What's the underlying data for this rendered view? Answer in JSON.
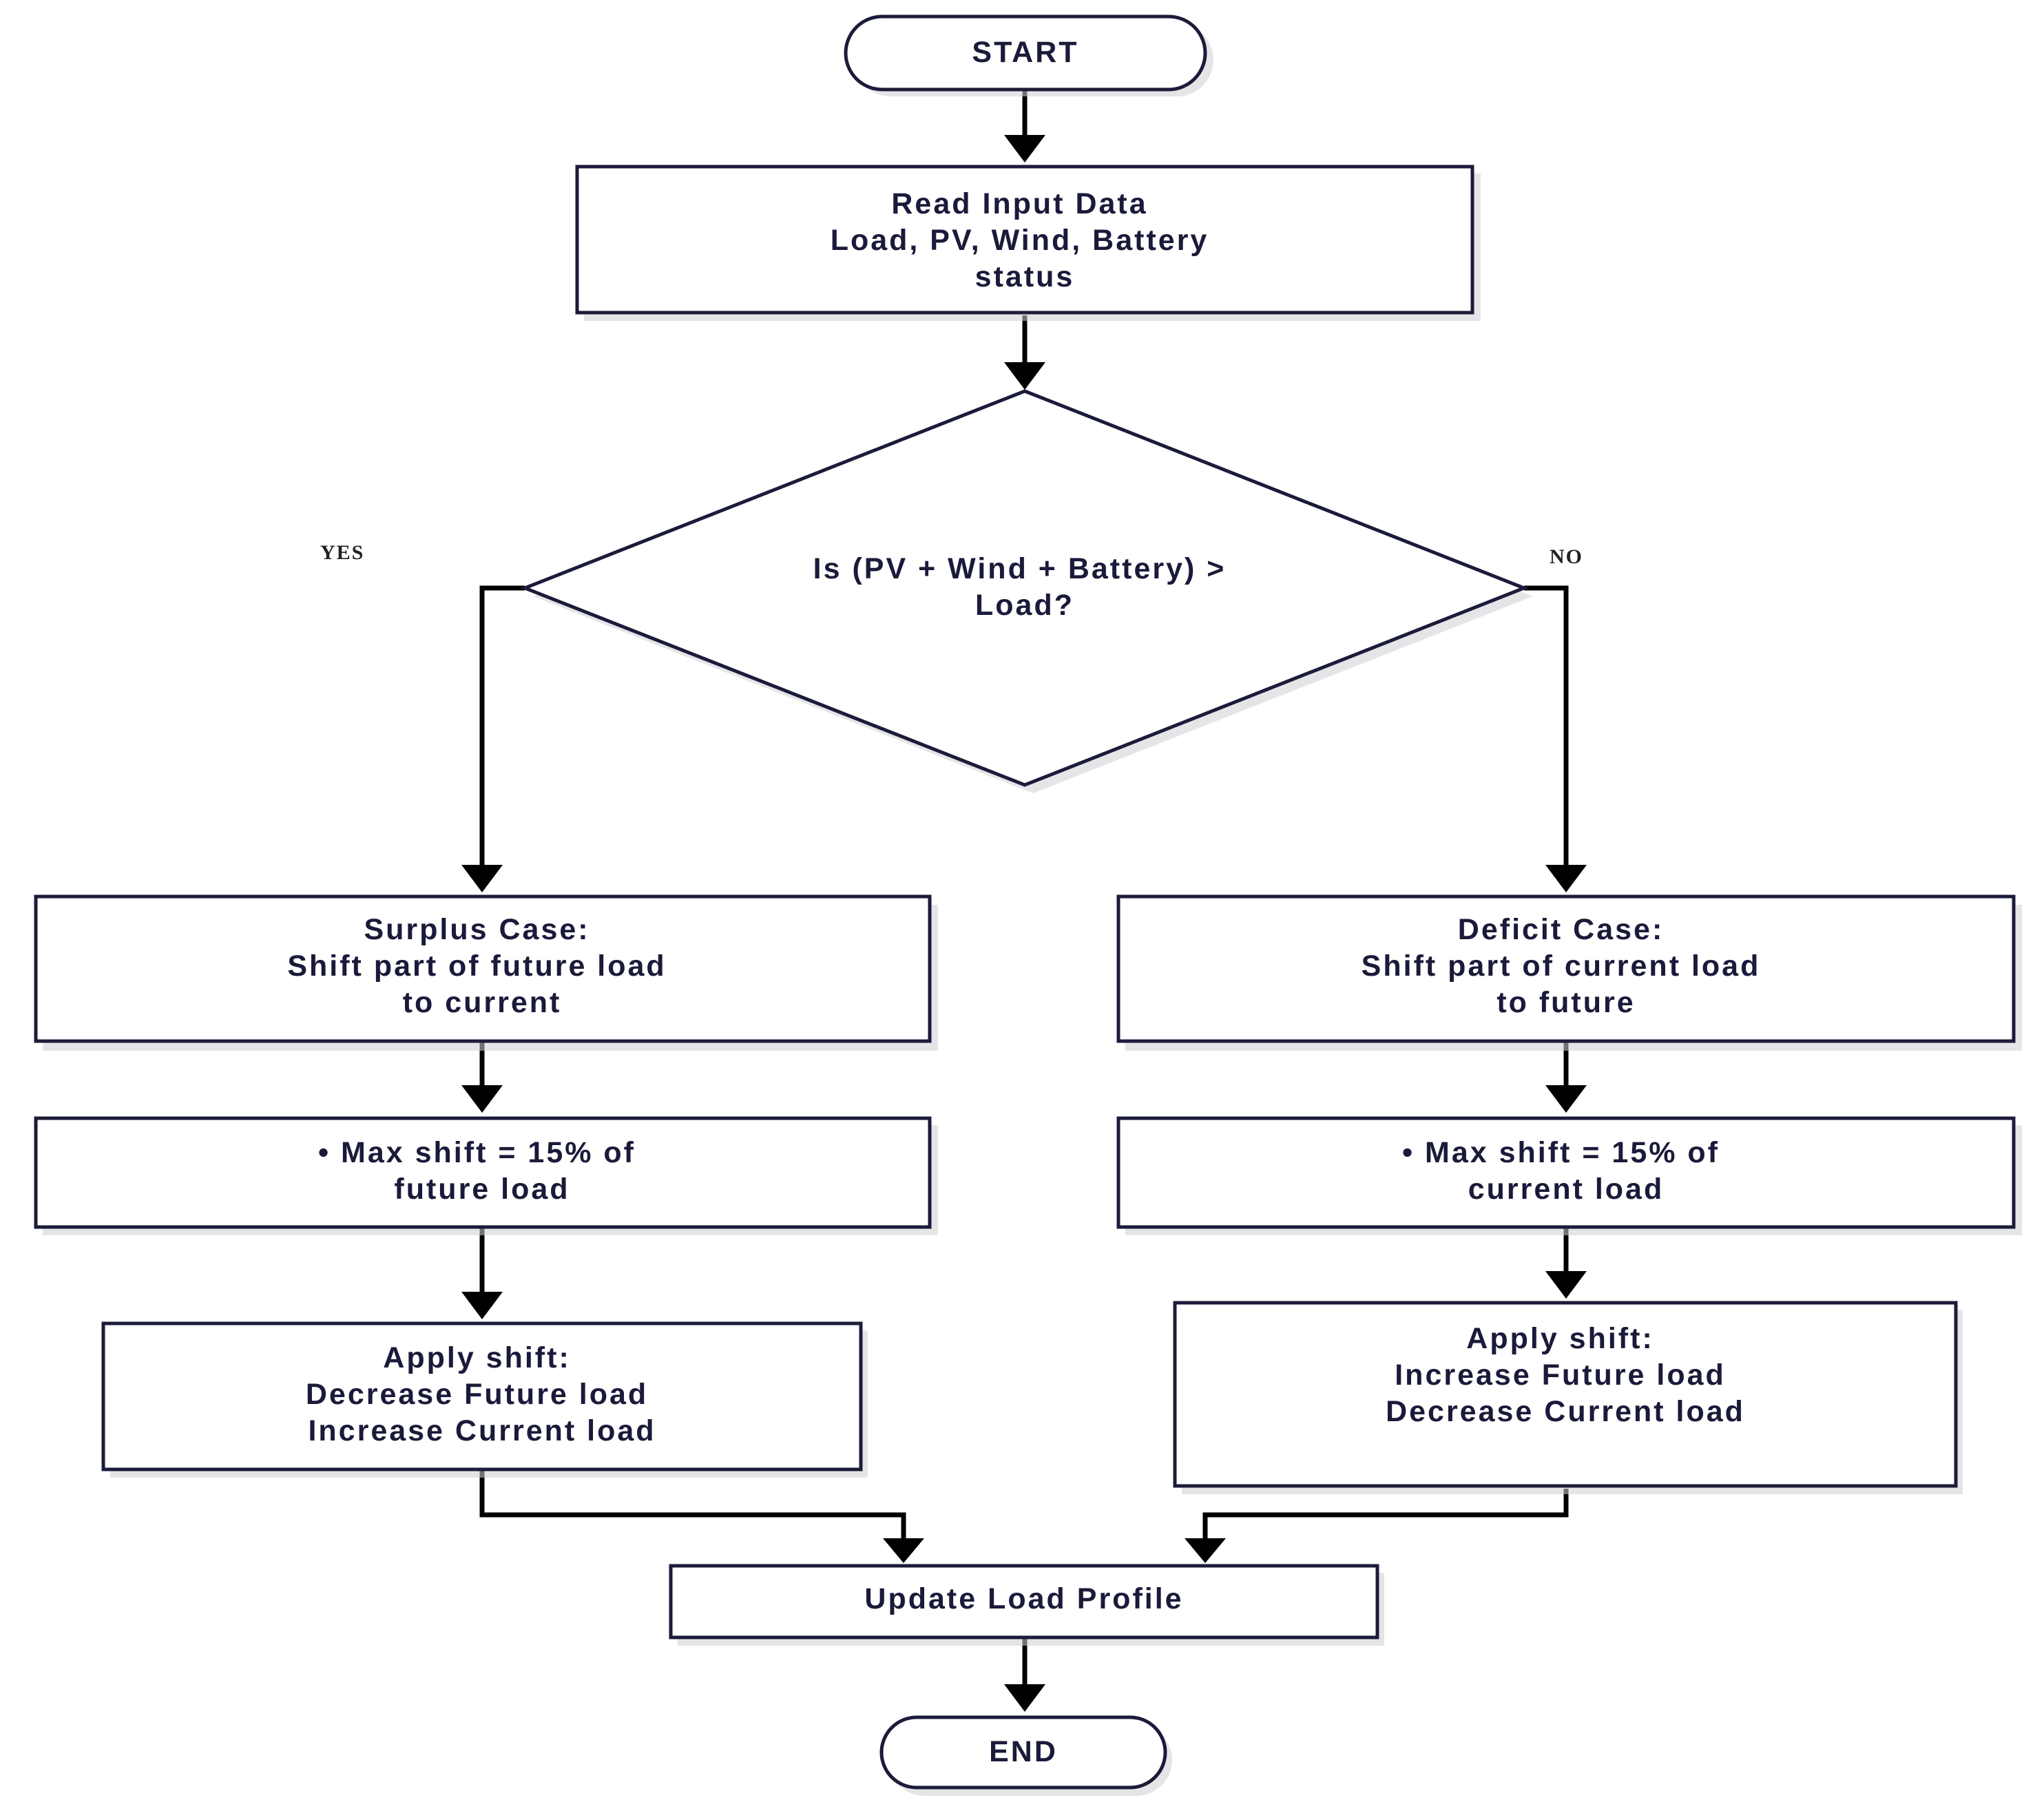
{
  "diagram": {
    "nodes": {
      "start": {
        "lines": [
          "START"
        ]
      },
      "read_input": {
        "lines": [
          "Read Input Data",
          "Load, PV, Wind, Battery",
          "status"
        ]
      },
      "decision": {
        "lines": [
          "Is (PV + Wind + Battery) >",
          "Load?"
        ]
      },
      "surplus": {
        "lines": [
          "Surplus Case:",
          "Shift part of future load",
          "to current"
        ]
      },
      "deficit": {
        "lines": [
          "Deficit Case:",
          "Shift part of current load",
          "to future"
        ]
      },
      "max_shift_left": {
        "lines": [
          "• Max shift = 15% of",
          "future load"
        ]
      },
      "max_shift_right": {
        "lines": [
          "• Max shift = 15% of",
          "current load"
        ]
      },
      "apply_left": {
        "lines": [
          "Apply shift:",
          "Decrease Future load",
          "Increase Current load"
        ]
      },
      "apply_right": {
        "lines": [
          "Apply shift:",
          "Increase Future load",
          "Decrease Current load"
        ]
      },
      "update": {
        "lines": [
          "Update Load Profile"
        ]
      },
      "end": {
        "lines": [
          "END"
        ]
      }
    },
    "edge_labels": {
      "yes": "YES",
      "no": "NO"
    }
  }
}
